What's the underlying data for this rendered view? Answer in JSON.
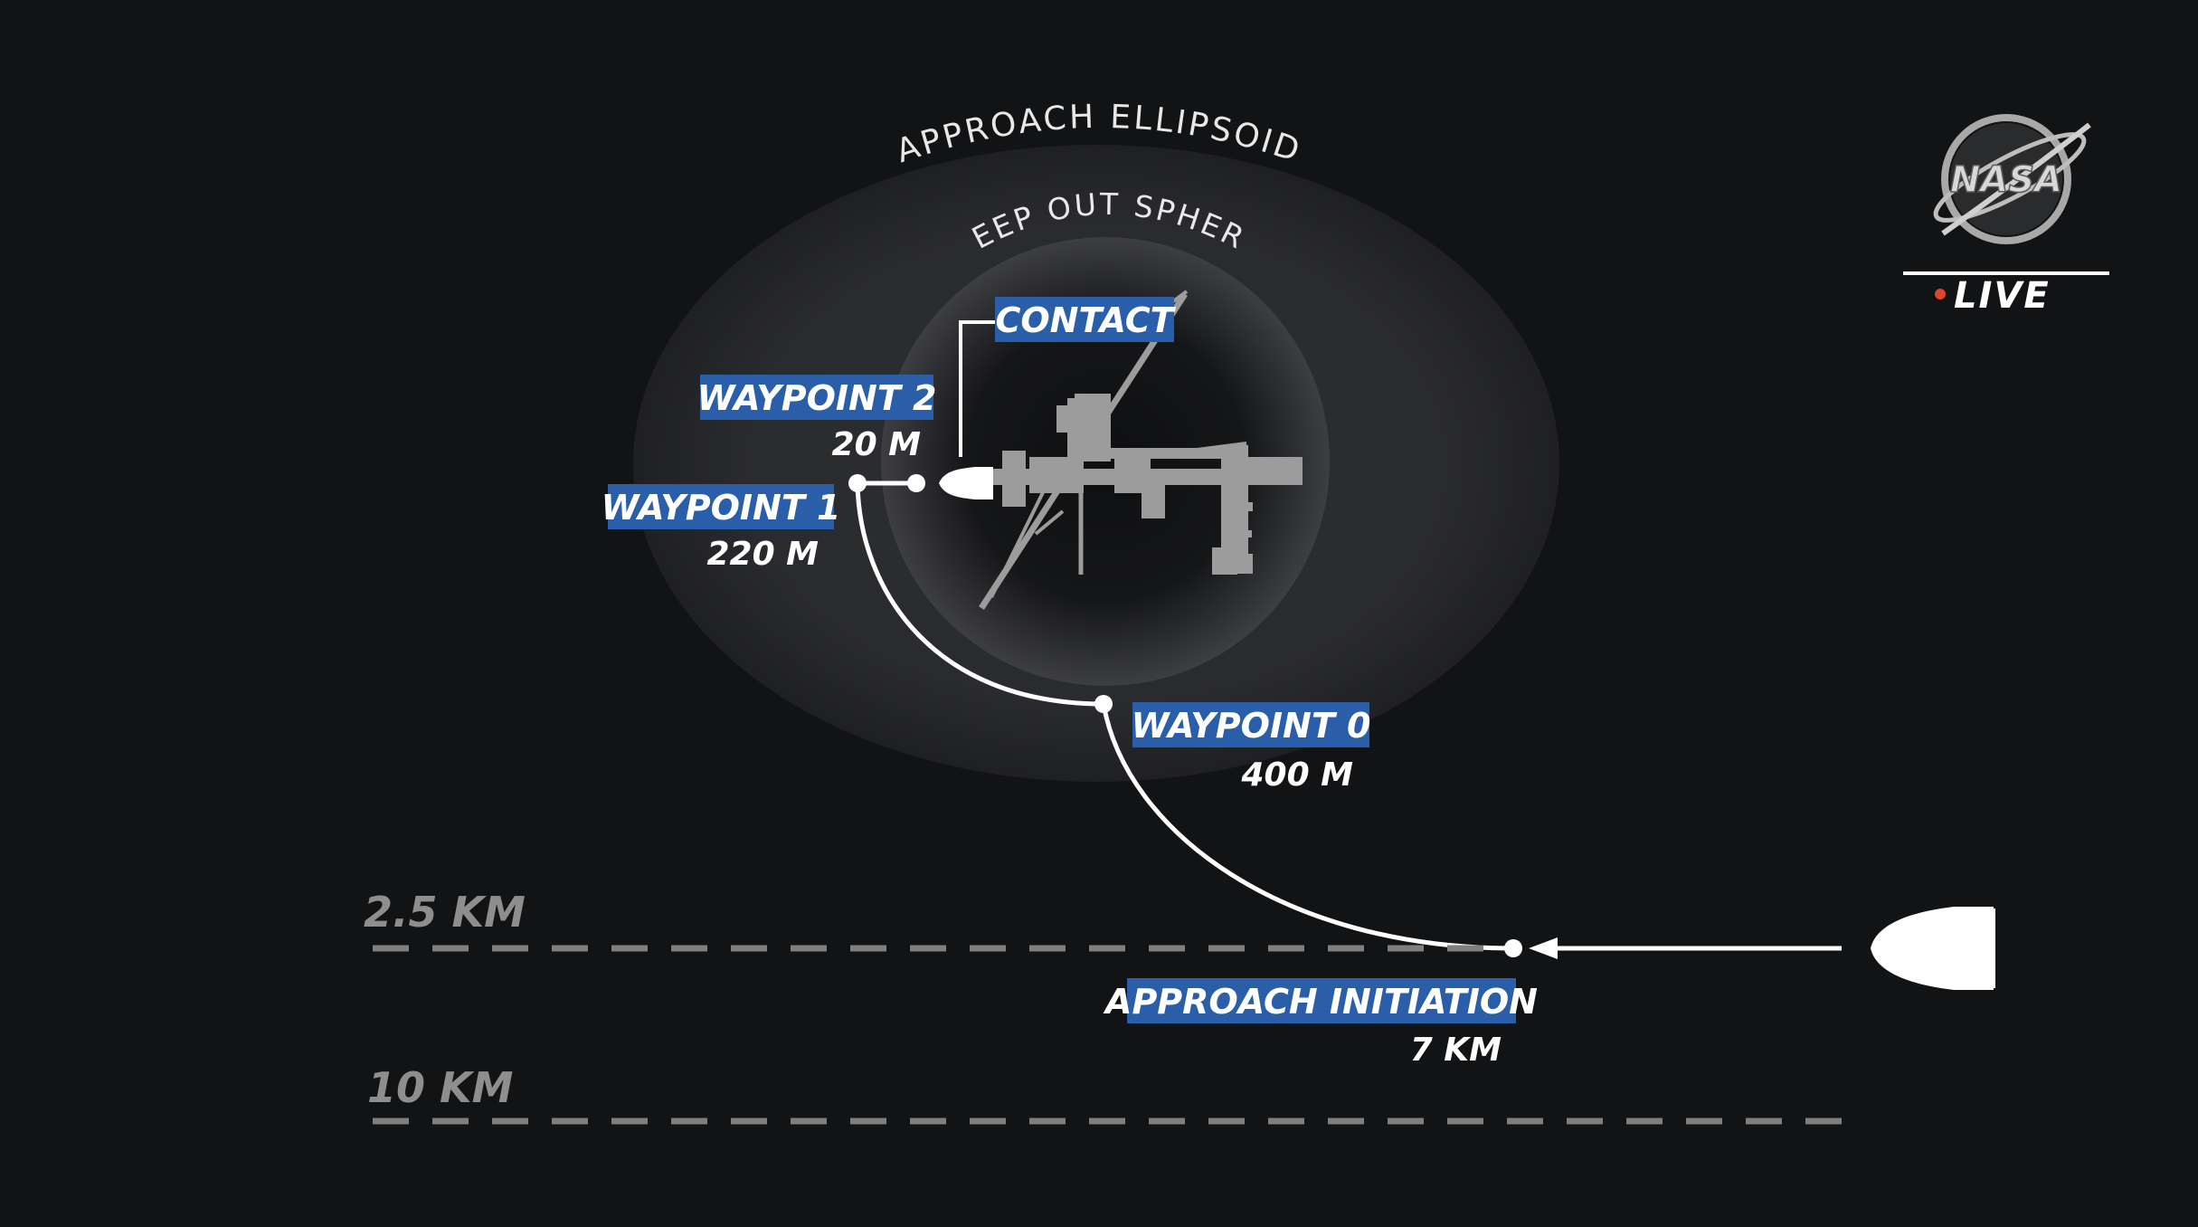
{
  "zones": {
    "approach_ellipsoid": "APPROACH ELLIPSOID",
    "keep_out_sphere": "KEEP OUT SPHERE"
  },
  "waypoints": {
    "contact": {
      "label": "CONTACT"
    },
    "waypoint_2": {
      "label": "WAYPOINT 2",
      "distance": "20 M"
    },
    "waypoint_1": {
      "label": "WAYPOINT 1",
      "distance": "220 M"
    },
    "waypoint_0": {
      "label": "WAYPOINT 0",
      "distance": "400 M"
    },
    "approach_initiation": {
      "label": "APPROACH INITIATION",
      "distance": "7 KM"
    }
  },
  "ranges": {
    "near": "2.5 KM",
    "far": "10 KM"
  },
  "broadcast": {
    "logo_text": "NASA",
    "live_label": "LIVE"
  },
  "colors": {
    "background": "#121315",
    "label_blue": "#2a5ea8",
    "live_dot": "#e0452a",
    "range_gray": "#8e8e8e"
  }
}
